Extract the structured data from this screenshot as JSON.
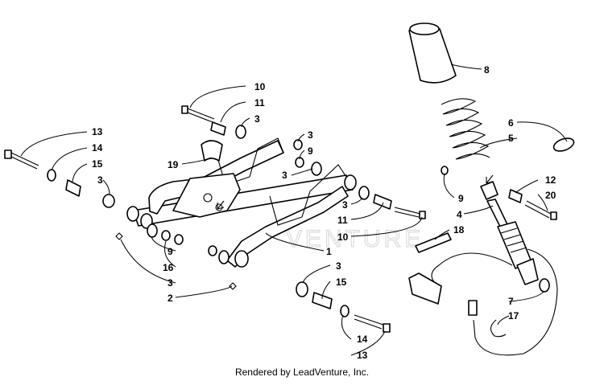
{
  "watermark": "VENTURE",
  "footer": "Rendered by LeadVenture, Inc.",
  "callouts": [
    {
      "id": "c-10a",
      "text": "10"
    },
    {
      "id": "c-11a",
      "text": "11"
    },
    {
      "id": "c-3a",
      "text": "3"
    },
    {
      "id": "c-13a",
      "text": "13"
    },
    {
      "id": "c-14a",
      "text": "14"
    },
    {
      "id": "c-15a",
      "text": "15"
    },
    {
      "id": "c-3b",
      "text": "3"
    },
    {
      "id": "c-19",
      "text": "19"
    },
    {
      "id": "c-3c",
      "text": "3"
    },
    {
      "id": "c-9a",
      "text": "9"
    },
    {
      "id": "c-3d",
      "text": "3"
    },
    {
      "id": "c-3e",
      "text": "3"
    },
    {
      "id": "c-11b",
      "text": "11"
    },
    {
      "id": "c-10b",
      "text": "10"
    },
    {
      "id": "c-1",
      "text": "1"
    },
    {
      "id": "c-9b",
      "text": "9"
    },
    {
      "id": "c-16",
      "text": "16"
    },
    {
      "id": "c-3f",
      "text": "3"
    },
    {
      "id": "c-2",
      "text": "2"
    },
    {
      "id": "c-3g",
      "text": "3"
    },
    {
      "id": "c-15b",
      "text": "15"
    },
    {
      "id": "c-14b",
      "text": "14"
    },
    {
      "id": "c-13b",
      "text": "13"
    },
    {
      "id": "c-8",
      "text": "8"
    },
    {
      "id": "c-6",
      "text": "6"
    },
    {
      "id": "c-5",
      "text": "5"
    },
    {
      "id": "c-9c",
      "text": "9"
    },
    {
      "id": "c-12",
      "text": "12"
    },
    {
      "id": "c-20",
      "text": "20"
    },
    {
      "id": "c-4",
      "text": "4"
    },
    {
      "id": "c-18",
      "text": "18"
    },
    {
      "id": "c-7",
      "text": "7"
    },
    {
      "id": "c-17",
      "text": "17"
    }
  ]
}
